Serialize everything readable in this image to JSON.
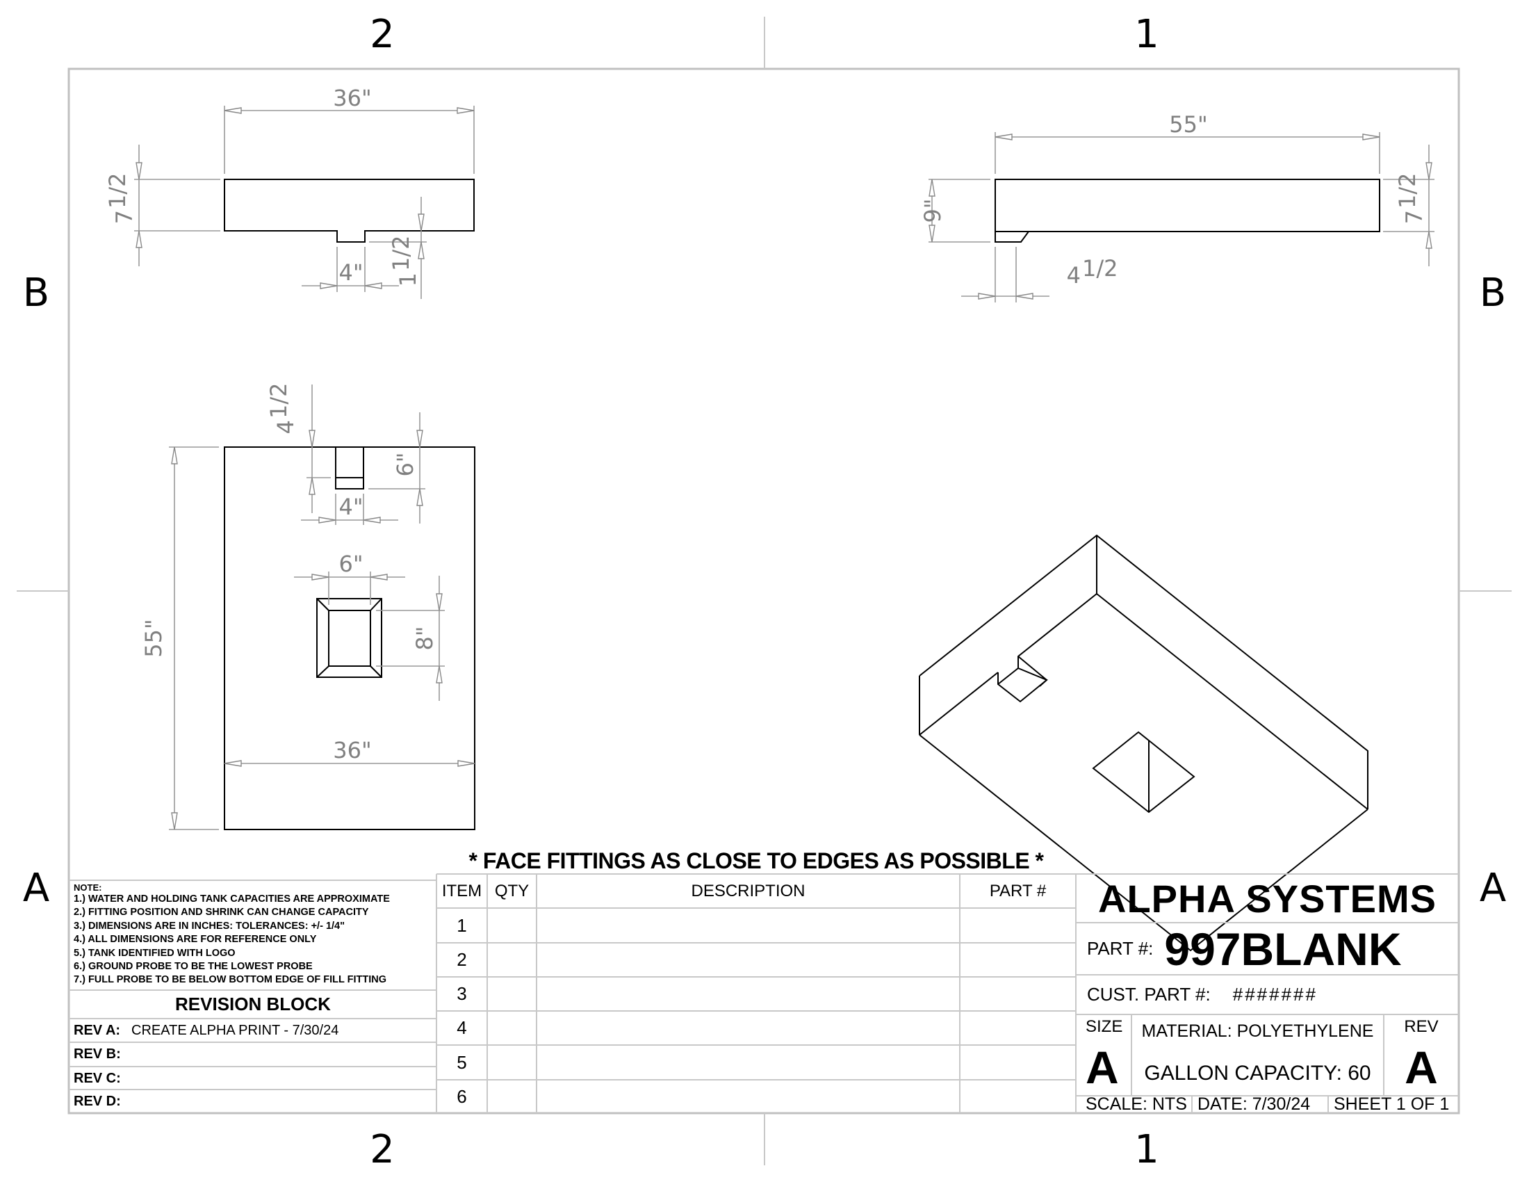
{
  "border": {
    "columns_top": [
      "2",
      "1"
    ],
    "columns_bottom": [
      "2",
      "1"
    ],
    "rows_left": [
      "B",
      "A"
    ],
    "rows_right": [
      "B",
      "A"
    ]
  },
  "views": {
    "front": {
      "width_dim": "36\"",
      "height_dim_whole": "7",
      "height_dim_frac": "1/2",
      "notch_width_dim": "4\"",
      "notch_depth_whole": "1",
      "notch_depth_frac": "1/2"
    },
    "side": {
      "length_dim": "55\"",
      "total_height_dim": "9\"",
      "body_height_whole": "7",
      "body_height_frac": "1/2",
      "step_width_whole": "4",
      "step_width_frac": "1/2"
    },
    "top": {
      "length_dim": "55\"",
      "width_dim": "36\"",
      "slot_offset_whole": "4",
      "slot_offset_frac": "1/2",
      "slot_width_dim": "4\"",
      "slot_depth_dim": "6\"",
      "fitting_width_dim": "6\"",
      "fitting_height_dim": "8\""
    },
    "isometric": {
      "label": ""
    }
  },
  "banner": "* FACE FITTINGS AS CLOSE TO EDGES AS POSSIBLE *",
  "notes": {
    "heading": "NOTE:",
    "items": [
      "1.) WATER AND HOLDING TANK CAPACITIES ARE APPROXIMATE",
      "2.) FITTING POSITION AND SHRINK CAN CHANGE CAPACITY",
      "3.) DIMENSIONS ARE IN INCHES: TOLERANCES: +/-  1/4\"",
      "4.) ALL DIMENSIONS ARE FOR REFERENCE ONLY",
      "5.) TANK IDENTIFIED WITH LOGO",
      "6.) GROUND PROBE TO BE THE LOWEST PROBE",
      "7.) FULL PROBE TO BE BELOW BOTTOM EDGE OF FILL FITTING"
    ]
  },
  "revision_block": {
    "title": "REVISION BLOCK",
    "rows": [
      {
        "label": "REV A:",
        "text": "CREATE ALPHA PRINT - 7/30/24"
      },
      {
        "label": "REV B:",
        "text": ""
      },
      {
        "label": "REV C:",
        "text": ""
      },
      {
        "label": "REV D:",
        "text": ""
      }
    ]
  },
  "bom": {
    "headers": [
      "ITEM",
      "QTY",
      "DESCRIPTION",
      "PART #"
    ],
    "rows": [
      {
        "item": "1",
        "qty": "",
        "description": "",
        "part": ""
      },
      {
        "item": "2",
        "qty": "",
        "description": "",
        "part": ""
      },
      {
        "item": "3",
        "qty": "",
        "description": "",
        "part": ""
      },
      {
        "item": "4",
        "qty": "",
        "description": "",
        "part": ""
      },
      {
        "item": "5",
        "qty": "",
        "description": "",
        "part": ""
      },
      {
        "item": "6",
        "qty": "",
        "description": "",
        "part": ""
      }
    ]
  },
  "title_block": {
    "company": "ALPHA SYSTEMS",
    "part_label": "PART #:",
    "part_number": "997BLANK",
    "cust_part_label": "CUST. PART #:",
    "cust_part_number": "#######",
    "size_label": "SIZE",
    "size": "A",
    "material": "MATERIAL: POLYETHYLENE",
    "gallon_capacity": "GALLON CAPACITY: 60",
    "rev_label": "REV",
    "rev": "A",
    "scale": "SCALE: NTS",
    "date": "DATE: 7/30/24",
    "sheet": "SHEET 1 OF 1"
  }
}
